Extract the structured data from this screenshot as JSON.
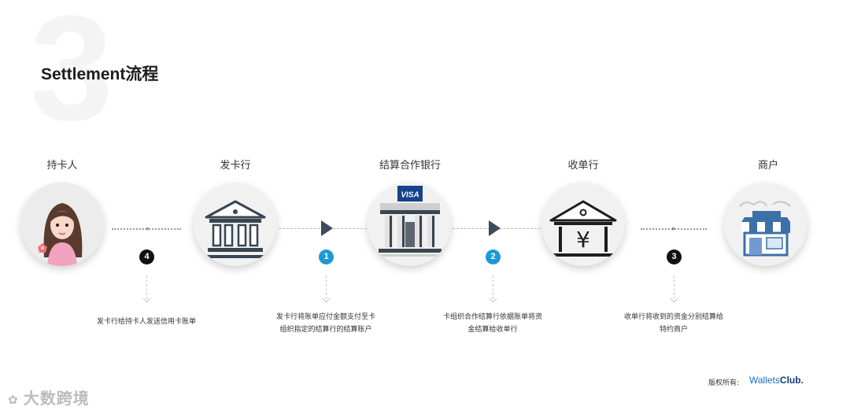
{
  "watermark_number": "3",
  "title": "Settlement流程",
  "nodes": [
    {
      "label": "持卡人",
      "icon": "cardholder-avatar-icon"
    },
    {
      "label": "发卡行",
      "icon": "bank-building-icon"
    },
    {
      "label": "结算合作银行",
      "icon": "visa-bank-icon",
      "badge_text": "VISA"
    },
    {
      "label": "收单行",
      "icon": "yen-bank-icon",
      "symbol": "¥"
    },
    {
      "label": "商户",
      "icon": "storefront-icon"
    }
  ],
  "steps": [
    {
      "number": "4",
      "text_lines": [
        "发卡行给持卡人发送信用卡账单"
      ],
      "color": "#111111"
    },
    {
      "number": "1",
      "text_lines": [
        "发卡行将账单应付金额支付至卡",
        "组织指定的结算行的结算账户"
      ],
      "color": "#1a9ad6"
    },
    {
      "number": "2",
      "text_lines": [
        "卡组织合作结算行依据账单将资",
        "金结算给收单行"
      ],
      "color": "#1a9ad6"
    },
    {
      "number": "3",
      "text_lines": [
        "收单行将收到的资金分别结算给",
        "特约商户"
      ],
      "color": "#111111"
    }
  ],
  "footer": {
    "copyright": "版权所有:",
    "brand_regular": "Wallets",
    "brand_bold": "Club."
  },
  "watermark_text": "大数跨境"
}
